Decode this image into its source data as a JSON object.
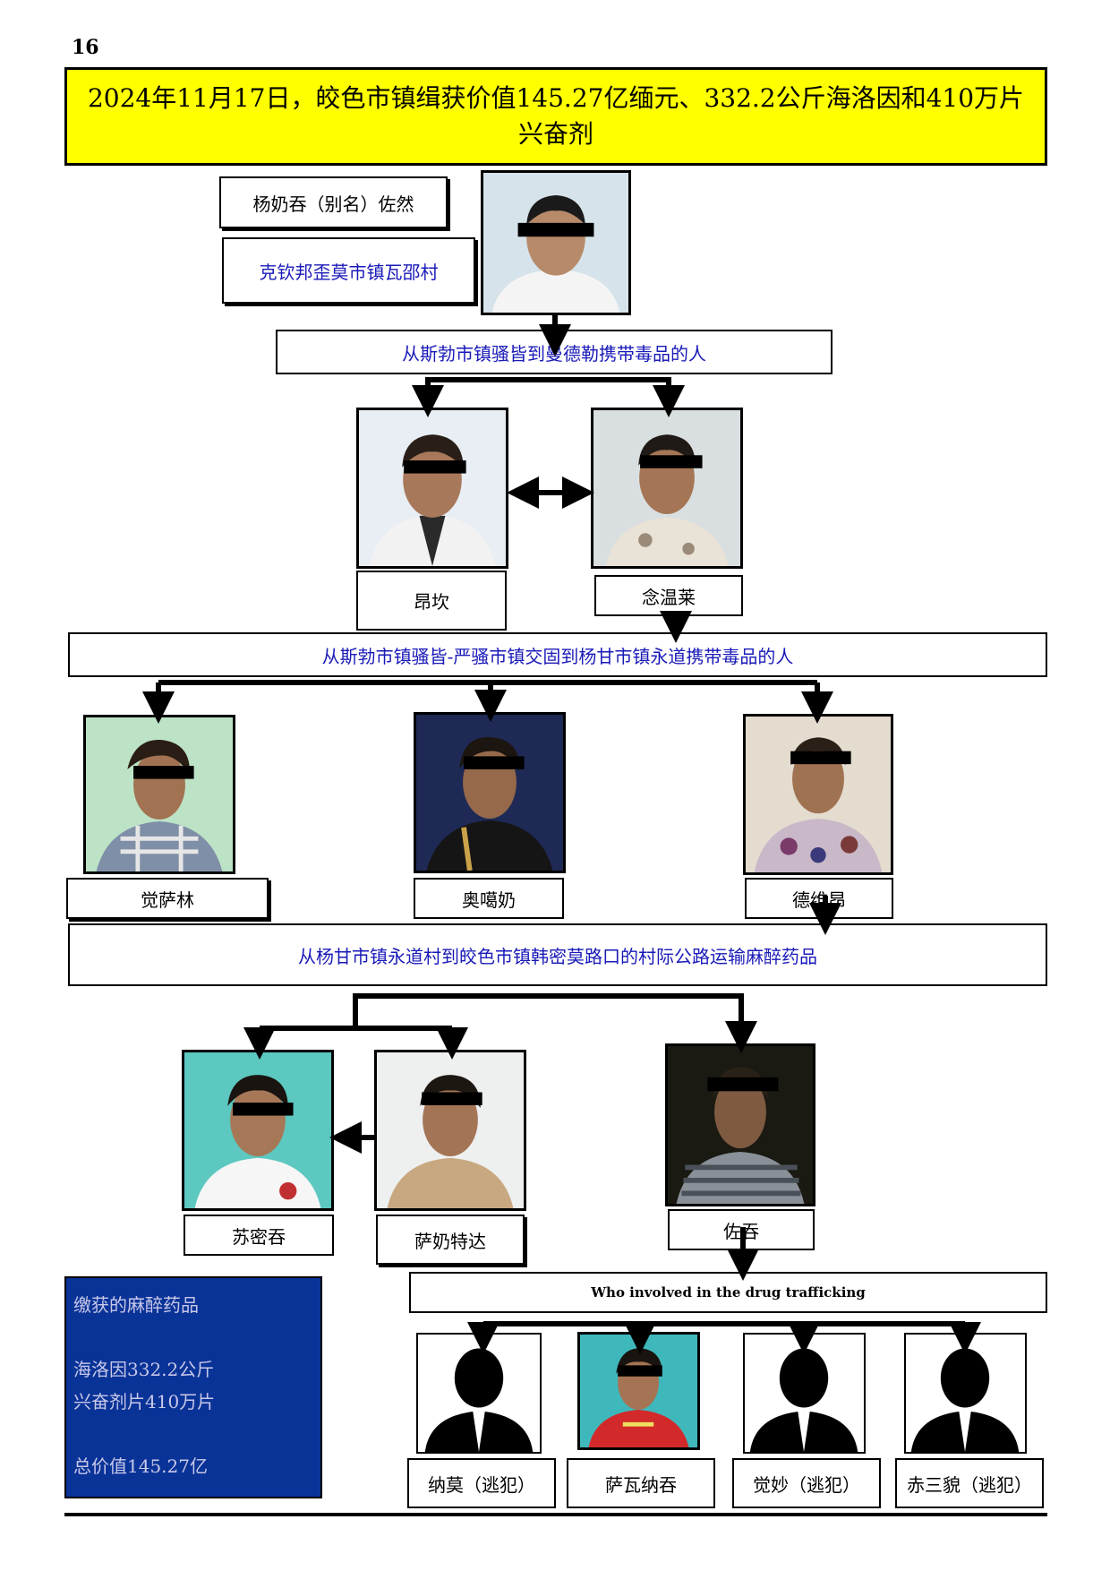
{
  "page_number": "16",
  "title": "2024年11月17日，皎色市镇缉获价值145.27亿缅元、332.2公斤海洛因和410万片兴奋剂",
  "leader": {
    "name": "杨奶吞（别名）佐然",
    "origin": "克钦邦歪莫市镇瓦邵村"
  },
  "route_labels": {
    "route1": "从斯勃市镇骚皆到曼德勒携带毒品的人",
    "route2": "从斯勃市镇骚皆-严骚市镇交固到杨甘市镇永道携带毒品的人",
    "route3": "从杨甘市镇永道村到皎色市镇韩密莫路口的村际公路运输麻醉药品",
    "route4": "Who involved in the drug trafficking"
  },
  "people": {
    "p1": "昂坎",
    "p2": "念温莱",
    "p3": "觉萨林",
    "p4": "奥噶奶",
    "p5": "德维昂",
    "p6": "苏密吞",
    "p7": "萨奶特达",
    "p8": "佐吞",
    "p9": "纳莫（逃犯）",
    "p10": "萨瓦纳吞",
    "p11": "觉妙（逃犯）",
    "p12": "赤三貌（逃犯）"
  },
  "seized": {
    "heading": "缴获的麻醉药品",
    "heroin": "海洛因332.2公斤",
    "stimulants": "兴奋剂片410万片",
    "total": "总价值145.27亿"
  },
  "colors": {
    "banner": "#ffff00",
    "label_text": "#1a1ab8",
    "seized_box": "#0a3398"
  }
}
